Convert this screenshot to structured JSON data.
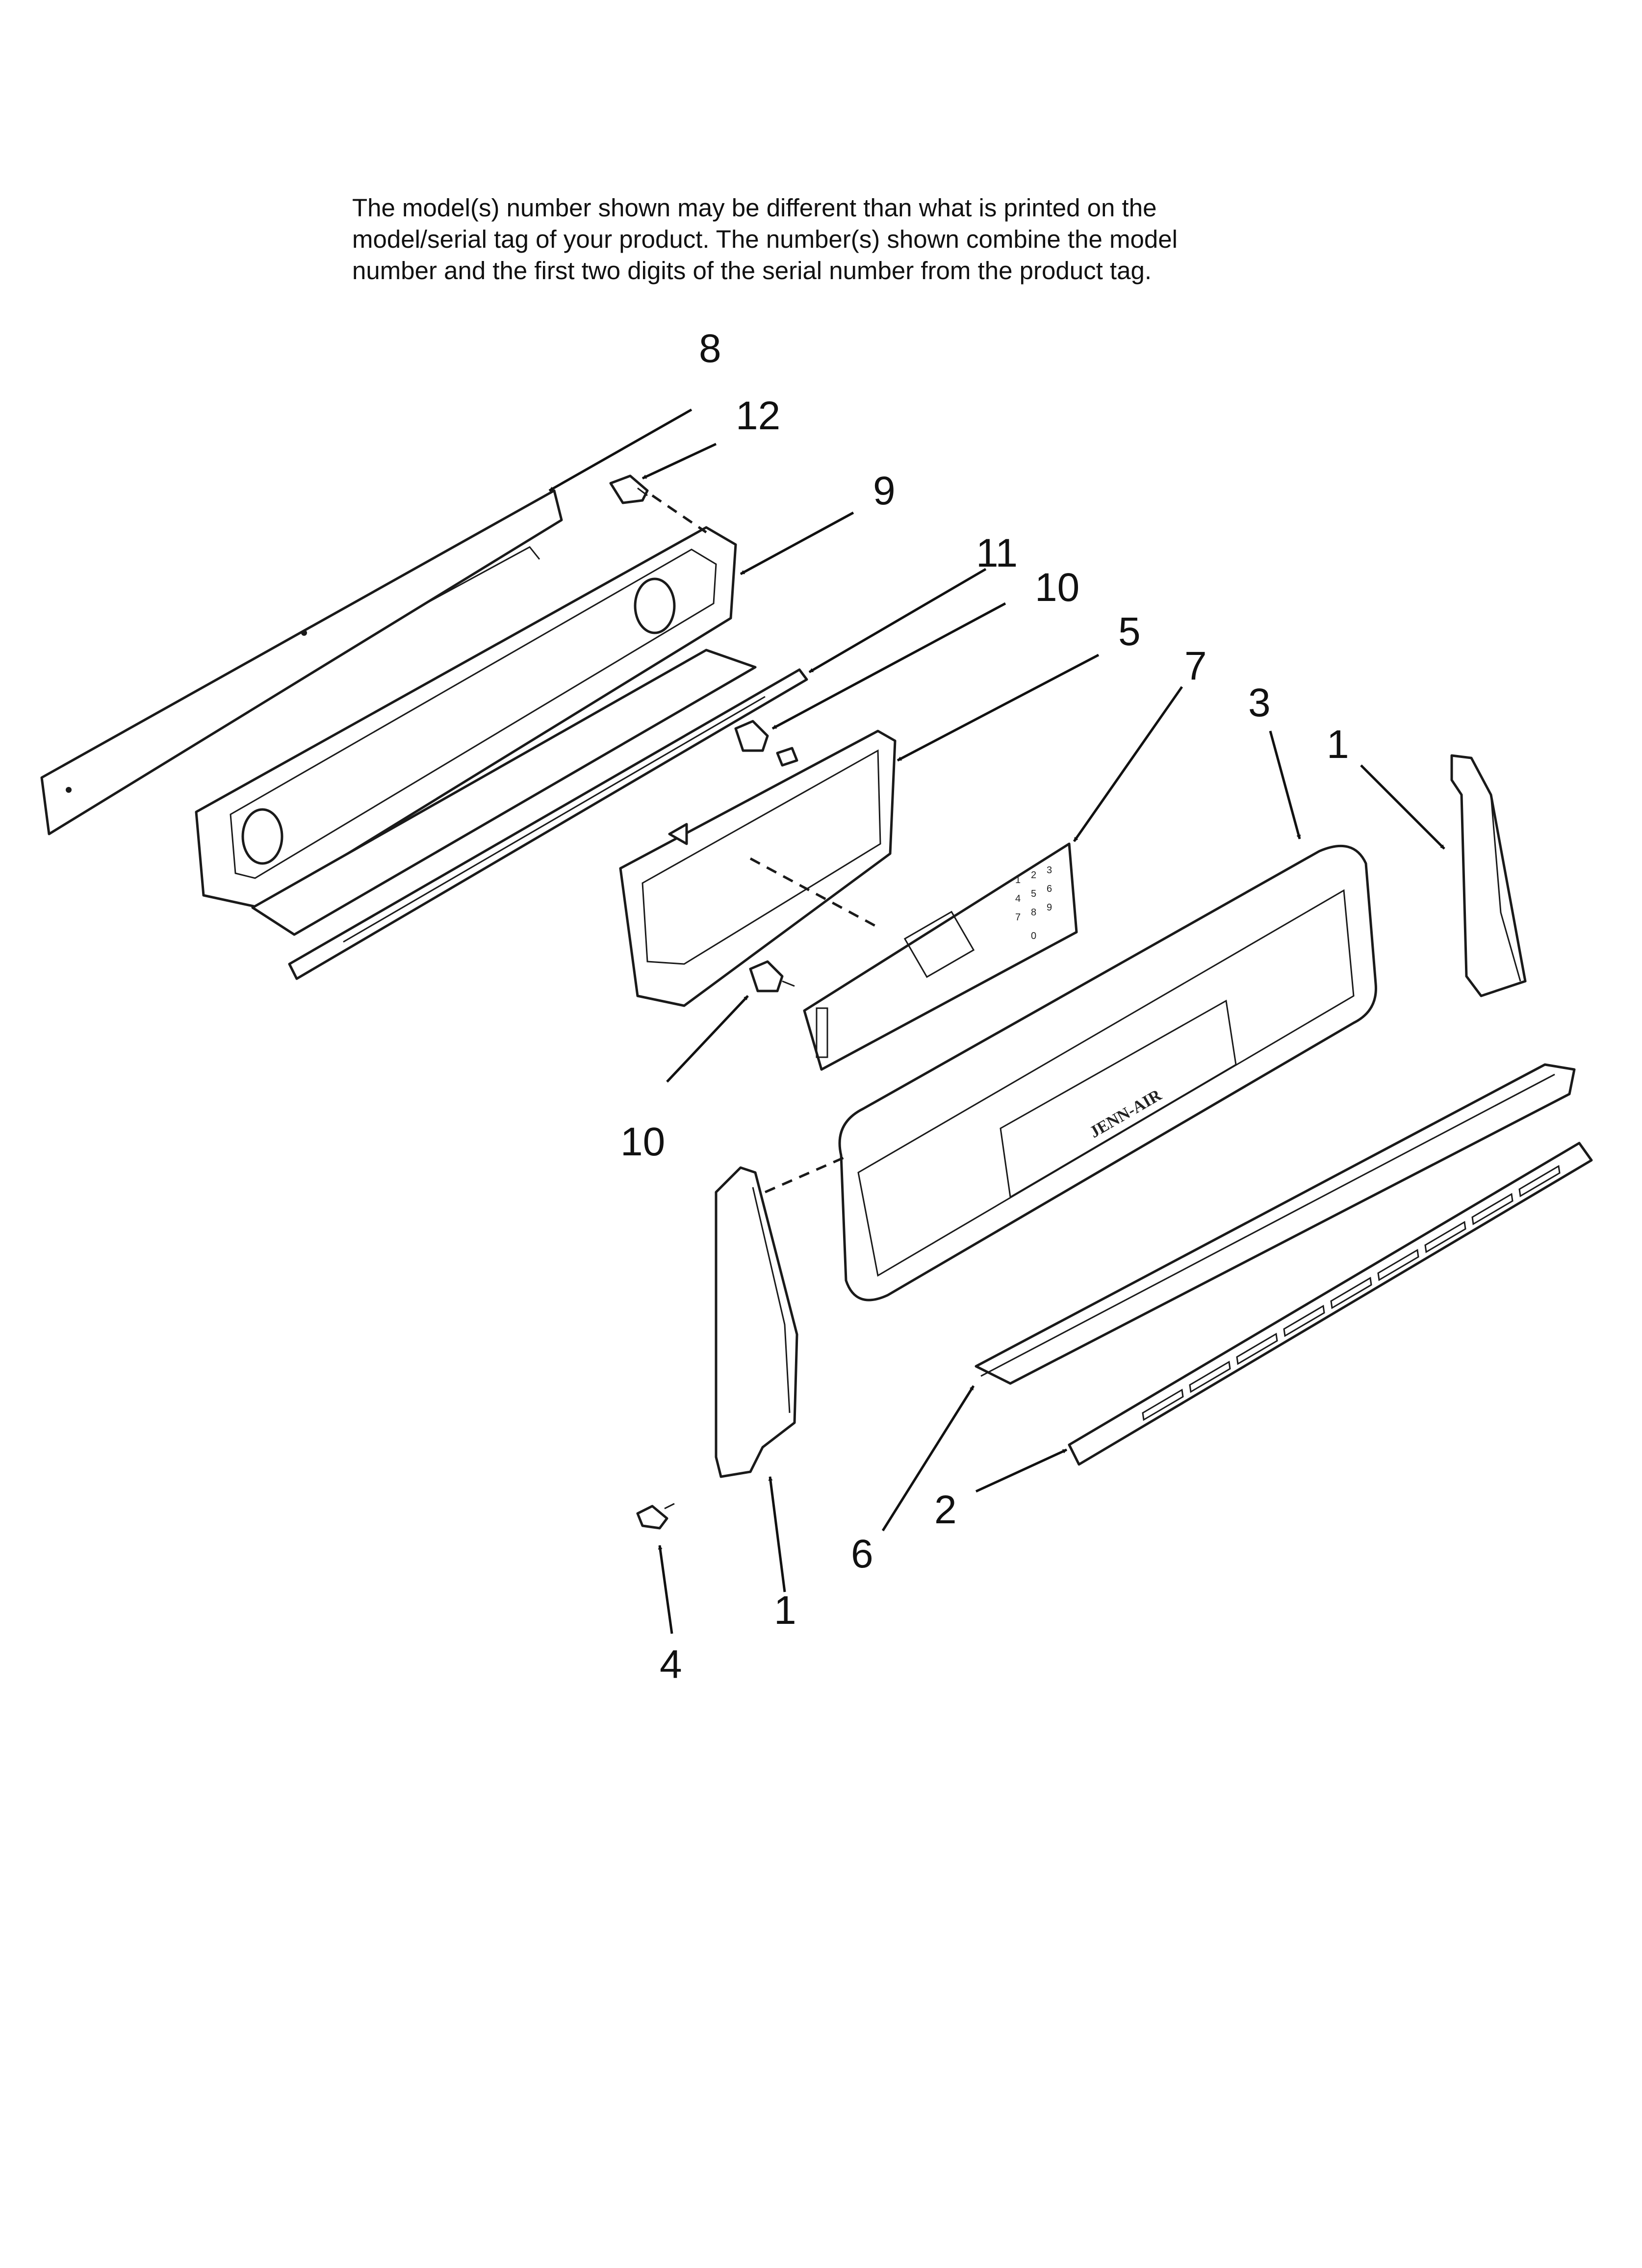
{
  "note": "The model(s) number shown may be different than what is printed on the\nmodel/serial tag of your product. The number(s) shown combine the model\nnumber and the first two digits of the serial number from the product tag.",
  "brand_logo_text": "JENN-AIR",
  "callouts": [
    {
      "id": "c8",
      "label": "8"
    },
    {
      "id": "c12",
      "label": "12"
    },
    {
      "id": "c9",
      "label": "9"
    },
    {
      "id": "c11",
      "label": "11"
    },
    {
      "id": "c10a",
      "label": "10"
    },
    {
      "id": "c5",
      "label": "5"
    },
    {
      "id": "c7",
      "label": "7"
    },
    {
      "id": "c3",
      "label": "3"
    },
    {
      "id": "c1a",
      "label": "1"
    },
    {
      "id": "c10b",
      "label": "10"
    },
    {
      "id": "c6",
      "label": "6"
    },
    {
      "id": "c2",
      "label": "2"
    },
    {
      "id": "c1b",
      "label": "1"
    },
    {
      "id": "c4",
      "label": "4"
    }
  ],
  "keypad_digits": [
    "1",
    "2",
    "3",
    "4",
    "5",
    "6",
    "7",
    "8",
    "9",
    "0"
  ]
}
